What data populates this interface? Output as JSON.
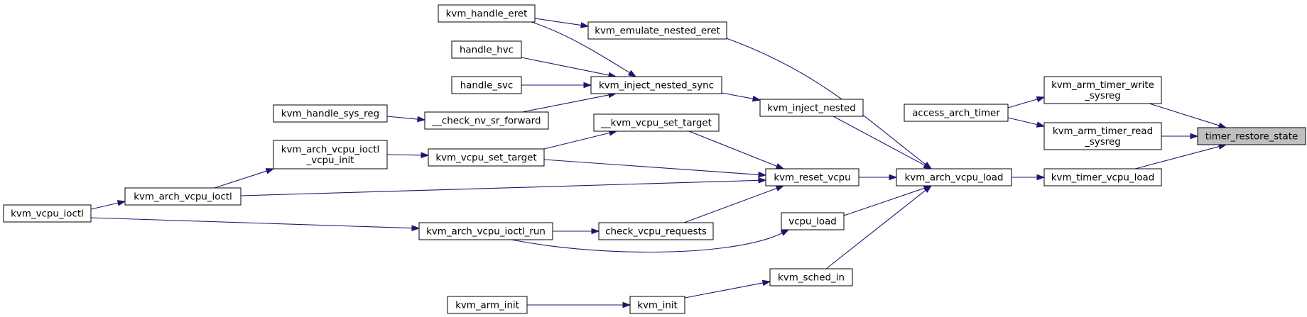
{
  "graph": {
    "type": "caller-graph",
    "colors": {
      "edge": "#191970",
      "root_fill": "#bfbfbf",
      "node_fill": "#ffffff",
      "node_border": "#000000"
    },
    "nodes": [
      {
        "id": "timer_restore_state",
        "lines": [
          "timer_restore_state"
        ],
        "root": true
      },
      {
        "id": "kvm_arm_timer_write_sysreg",
        "lines": [
          "kvm_arm_timer_write",
          "_sysreg"
        ]
      },
      {
        "id": "kvm_arm_timer_read_sysreg",
        "lines": [
          "kvm_arm_timer_read",
          "_sysreg"
        ]
      },
      {
        "id": "kvm_timer_vcpu_load",
        "lines": [
          "kvm_timer_vcpu_load"
        ]
      },
      {
        "id": "access_arch_timer",
        "lines": [
          "access_arch_timer"
        ]
      },
      {
        "id": "kvm_arch_vcpu_load",
        "lines": [
          "kvm_arch_vcpu_load"
        ]
      },
      {
        "id": "kvm_emulate_nested_eret",
        "lines": [
          "kvm_emulate_nested_eret"
        ]
      },
      {
        "id": "kvm_inject_nested",
        "lines": [
          "kvm_inject_nested"
        ]
      },
      {
        "id": "kvm_reset_vcpu",
        "lines": [
          "kvm_reset_vcpu"
        ]
      },
      {
        "id": "vcpu_load",
        "lines": [
          "vcpu_load"
        ]
      },
      {
        "id": "kvm_sched_in",
        "lines": [
          "kvm_sched_in"
        ]
      },
      {
        "id": "kvm_handle_eret",
        "lines": [
          "kvm_handle_eret"
        ]
      },
      {
        "id": "kvm_inject_nested_sync",
        "lines": [
          "kvm_inject_nested_sync"
        ]
      },
      {
        "id": "handle_hvc",
        "lines": [
          "handle_hvc"
        ]
      },
      {
        "id": "handle_svc",
        "lines": [
          "handle_svc"
        ]
      },
      {
        "id": "__check_nv_sr_forward",
        "lines": [
          "__check_nv_sr_forward"
        ]
      },
      {
        "id": "kvm_handle_sys_reg",
        "lines": [
          "kvm_handle_sys_reg"
        ]
      },
      {
        "id": "__kvm_vcpu_set_target",
        "lines": [
          "__kvm_vcpu_set_target"
        ]
      },
      {
        "id": "kvm_vcpu_set_target",
        "lines": [
          "kvm_vcpu_set_target"
        ]
      },
      {
        "id": "kvm_arch_vcpu_ioctl_vcpu_init",
        "lines": [
          "kvm_arch_vcpu_ioctl",
          "_vcpu_init"
        ]
      },
      {
        "id": "kvm_arch_vcpu_ioctl",
        "lines": [
          "kvm_arch_vcpu_ioctl"
        ]
      },
      {
        "id": "kvm_vcpu_ioctl",
        "lines": [
          "kvm_vcpu_ioctl"
        ]
      },
      {
        "id": "check_vcpu_requests",
        "lines": [
          "check_vcpu_requests"
        ]
      },
      {
        "id": "kvm_arch_vcpu_ioctl_run",
        "lines": [
          "kvm_arch_vcpu_ioctl_run"
        ]
      },
      {
        "id": "kvm_init",
        "lines": [
          "kvm_init"
        ]
      },
      {
        "id": "kvm_arm_init",
        "lines": [
          "kvm_arm_init"
        ]
      }
    ],
    "edges": [
      {
        "from": "kvm_arm_timer_write_sysreg",
        "to": "timer_restore_state"
      },
      {
        "from": "kvm_arm_timer_read_sysreg",
        "to": "timer_restore_state"
      },
      {
        "from": "kvm_timer_vcpu_load",
        "to": "timer_restore_state"
      },
      {
        "from": "access_arch_timer",
        "to": "kvm_arm_timer_write_sysreg"
      },
      {
        "from": "access_arch_timer",
        "to": "kvm_arm_timer_read_sysreg"
      },
      {
        "from": "kvm_arch_vcpu_load",
        "to": "kvm_timer_vcpu_load"
      },
      {
        "from": "kvm_emulate_nested_eret",
        "to": "kvm_arch_vcpu_load"
      },
      {
        "from": "kvm_inject_nested",
        "to": "kvm_arch_vcpu_load"
      },
      {
        "from": "kvm_reset_vcpu",
        "to": "kvm_arch_vcpu_load"
      },
      {
        "from": "vcpu_load",
        "to": "kvm_arch_vcpu_load"
      },
      {
        "from": "kvm_sched_in",
        "to": "kvm_arch_vcpu_load"
      },
      {
        "from": "kvm_handle_eret",
        "to": "kvm_emulate_nested_eret"
      },
      {
        "from": "kvm_inject_nested_sync",
        "to": "kvm_inject_nested"
      },
      {
        "from": "kvm_handle_eret",
        "to": "kvm_inject_nested_sync"
      },
      {
        "from": "handle_hvc",
        "to": "kvm_inject_nested_sync"
      },
      {
        "from": "handle_svc",
        "to": "kvm_inject_nested_sync"
      },
      {
        "from": "__check_nv_sr_forward",
        "to": "kvm_inject_nested_sync"
      },
      {
        "from": "kvm_handle_sys_reg",
        "to": "__check_nv_sr_forward"
      },
      {
        "from": "__kvm_vcpu_set_target",
        "to": "kvm_reset_vcpu"
      },
      {
        "from": "kvm_vcpu_set_target",
        "to": "kvm_reset_vcpu"
      },
      {
        "from": "kvm_arch_vcpu_ioctl",
        "to": "kvm_reset_vcpu"
      },
      {
        "from": "check_vcpu_requests",
        "to": "kvm_reset_vcpu"
      },
      {
        "from": "kvm_vcpu_set_target",
        "to": "__kvm_vcpu_set_target"
      },
      {
        "from": "kvm_arch_vcpu_ioctl_vcpu_init",
        "to": "kvm_vcpu_set_target"
      },
      {
        "from": "kvm_arch_vcpu_ioctl",
        "to": "kvm_arch_vcpu_ioctl_vcpu_init"
      },
      {
        "from": "kvm_vcpu_ioctl",
        "to": "kvm_arch_vcpu_ioctl"
      },
      {
        "from": "kvm_vcpu_ioctl",
        "to": "kvm_arch_vcpu_ioctl_run"
      },
      {
        "from": "kvm_arch_vcpu_ioctl_run",
        "to": "check_vcpu_requests"
      },
      {
        "from": "kvm_arch_vcpu_ioctl_run",
        "to": "vcpu_load"
      },
      {
        "from": "kvm_init",
        "to": "kvm_sched_in"
      },
      {
        "from": "kvm_arm_init",
        "to": "kvm_init"
      }
    ]
  }
}
